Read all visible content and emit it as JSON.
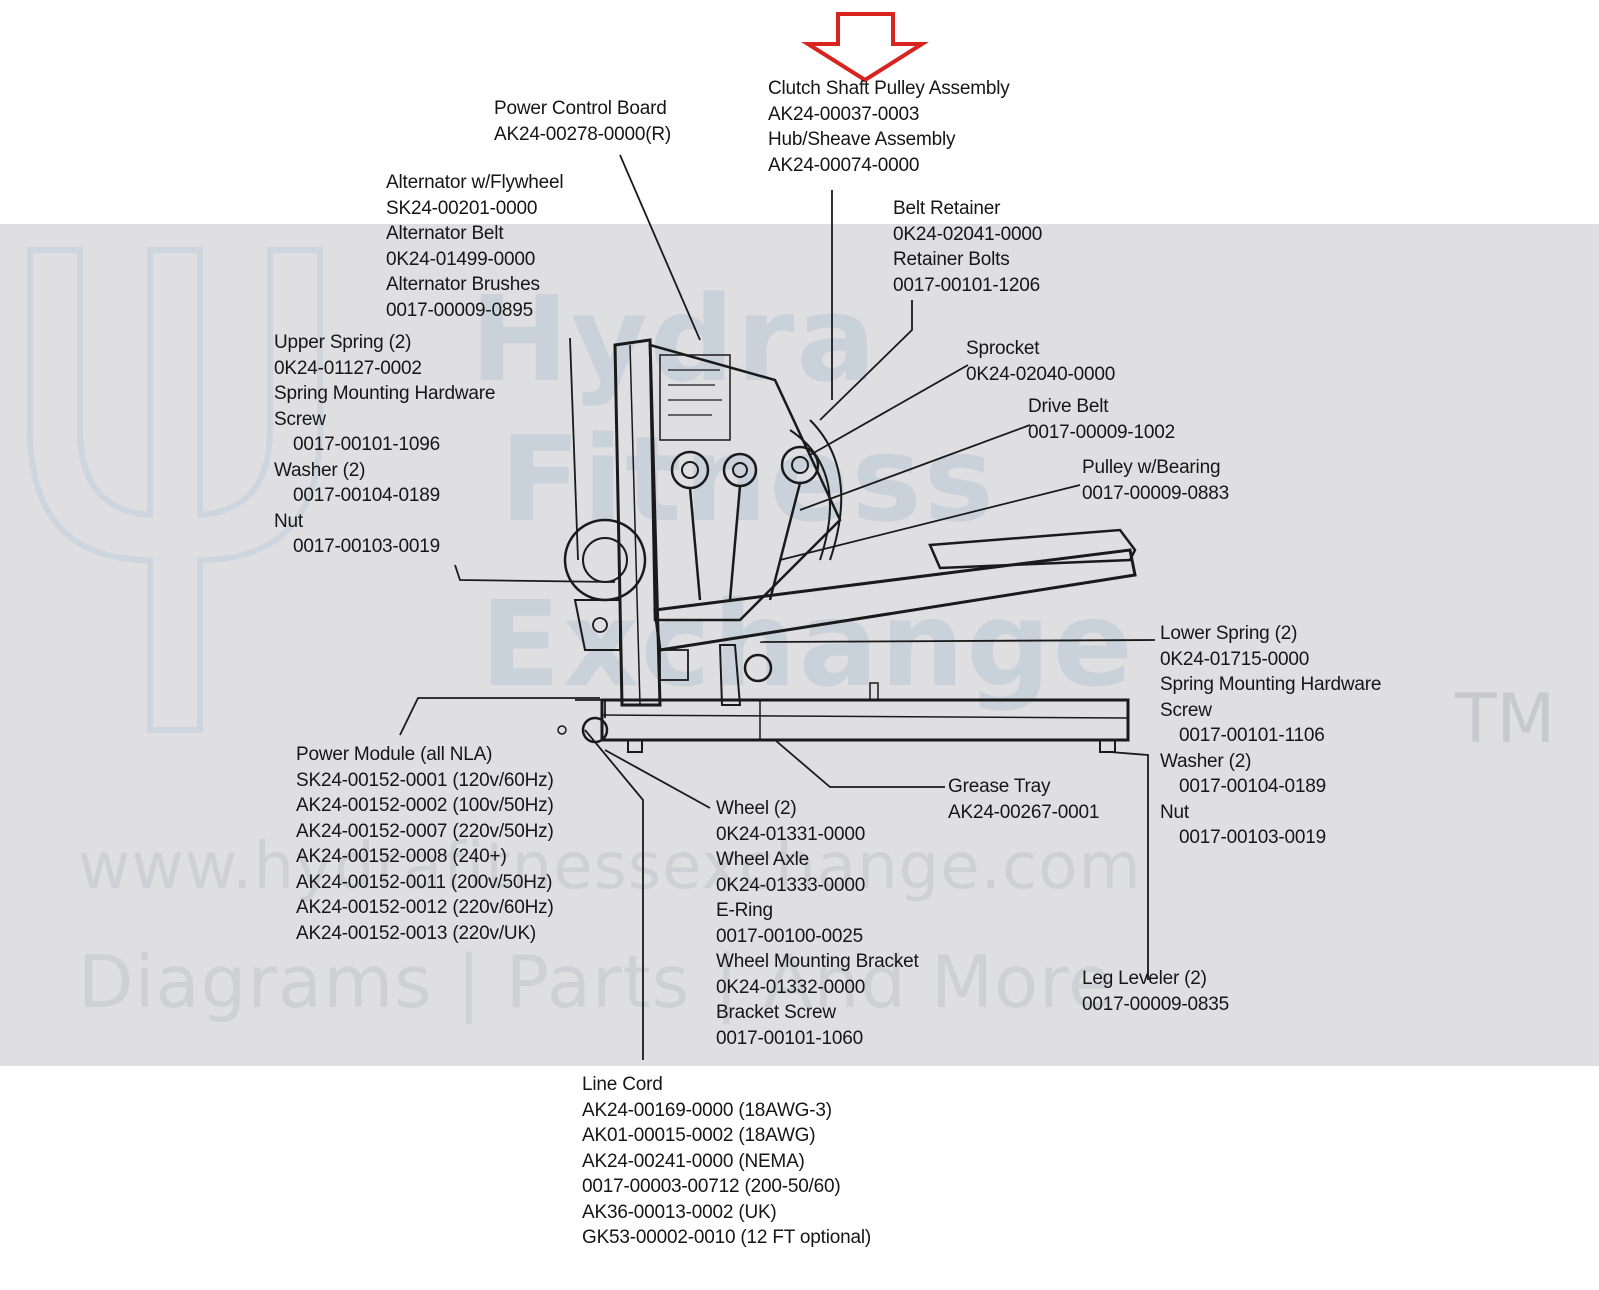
{
  "watermark": {
    "line1": "Hydra",
    "line2": "Fitness",
    "line3": "Exchange",
    "tm": "TM",
    "url": "www.hydrafitnessexchange.com",
    "tagline": "Diagrams | Parts | And More"
  },
  "callouts": {
    "clutch": [
      "Clutch Shaft Pulley Assembly",
      "AK24-00037-0003",
      "Hub/Sheave Assembly",
      "AK24-00074-0000"
    ],
    "power_control": [
      "Power Control Board",
      "AK24-00278-0000(R)"
    ],
    "alternator": [
      "Alternator w/Flywheel",
      "SK24-00201-0000",
      "Alternator Belt",
      "0K24-01499-0000",
      "Alternator Brushes",
      "0017-00009-0895"
    ],
    "belt_retainer": [
      "Belt Retainer",
      "0K24-02041-0000",
      "Retainer Bolts",
      "0017-00101-1206"
    ],
    "upper_spring": [
      "Upper Spring (2)",
      "0K24-01127-0002",
      "Spring Mounting Hardware",
      "Screw",
      "0017-00101-1096",
      "Washer (2)",
      "0017-00104-0189",
      "Nut",
      "0017-00103-0019"
    ],
    "sprocket": [
      "Sprocket",
      "0K24-02040-0000"
    ],
    "drive_belt": [
      "Drive Belt",
      "0017-00009-1002"
    ],
    "pulley": [
      "Pulley w/Bearing",
      "0017-00009-0883"
    ],
    "lower_spring": [
      "Lower Spring (2)",
      "0K24-01715-0000",
      "Spring Mounting Hardware",
      "Screw",
      "0017-00101-1106",
      "Washer (2)",
      "0017-00104-0189",
      "Nut",
      "0017-00103-0019"
    ],
    "power_module": [
      "Power Module (all NLA)",
      "SK24-00152-0001 (120v/60Hz)",
      "AK24-00152-0002 (100v/50Hz)",
      "AK24-00152-0007 (220v/50Hz)",
      "AK24-00152-0008 (240+)",
      "AK24-00152-0011 (200v/50Hz)",
      "AK24-00152-0012 (220v/60Hz)",
      "AK24-00152-0013 (220v/UK)"
    ],
    "wheel": [
      "Wheel (2)",
      "0K24-01331-0000",
      "Wheel Axle",
      "0K24-01333-0000",
      "E-Ring",
      "0017-00100-0025",
      "Wheel Mounting Bracket",
      "0K24-01332-0000",
      "Bracket Screw",
      "0017-00101-1060"
    ],
    "grease_tray": [
      "Grease Tray",
      "AK24-00267-0001"
    ],
    "leg_leveler": [
      "Leg Leveler (2)",
      "0017-00009-0835"
    ],
    "line_cord": [
      "Line  Cord",
      "AK24-00169-0000 (18AWG-3)",
      "AK01-00015-0002 (18AWG)",
      "AK24-00241-0000 (NEMA)",
      "0017-00003-00712 (200-50/60)",
      "AK36-00013-0002 (UK)",
      "GK53-00002-0010 (12 FT optional)"
    ]
  },
  "colors": {
    "arrow": "#d8231f",
    "line": "#1a1a1a",
    "watermark": "#c9d1da",
    "band": "#dfdfe1"
  }
}
